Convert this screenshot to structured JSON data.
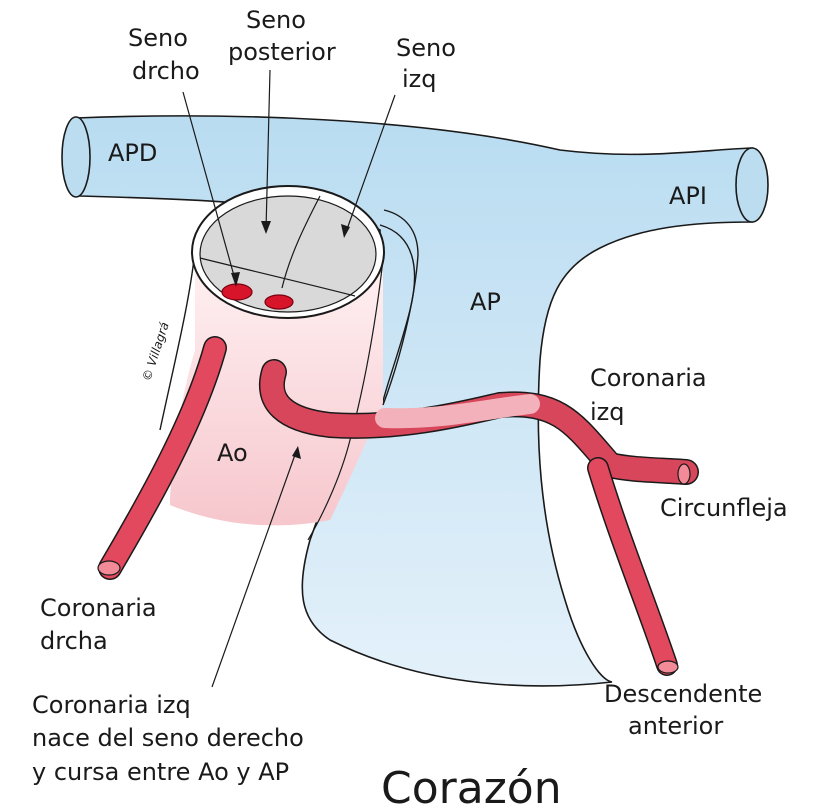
{
  "labels": {
    "seno_drcho_1": "Seno",
    "seno_drcho_2": "drcho",
    "seno_post_1": "Seno",
    "seno_post_2": "posterior",
    "seno_izq_1": "Seno",
    "seno_izq_2": "izq",
    "apd": "APD",
    "api": "API",
    "ap": "AP",
    "ao": "Ao",
    "coronaria_izq_1": "Coronaria",
    "coronaria_izq_2": "izq",
    "circunfleja": "Circunfleja",
    "coronaria_drcha_1": "Coronaria",
    "coronaria_drcha_2": "drcha",
    "descendente_1": "Descendente",
    "descendente_2": "anterior",
    "note_1": "Coronaria izq",
    "note_2": "nace del seno derecho",
    "note_3": "y cursa entre Ao y AP",
    "copyright": "© Villagrá",
    "title": "Corazón"
  },
  "colors": {
    "pulmonary_fill": "#cfe6f5",
    "aorta_fill": "#fbdfe2",
    "artery": "#e2495e",
    "artery_ostium": "#d8142a",
    "sinus_fill": "#dcdcdc",
    "outline": "#1a1a1a"
  }
}
